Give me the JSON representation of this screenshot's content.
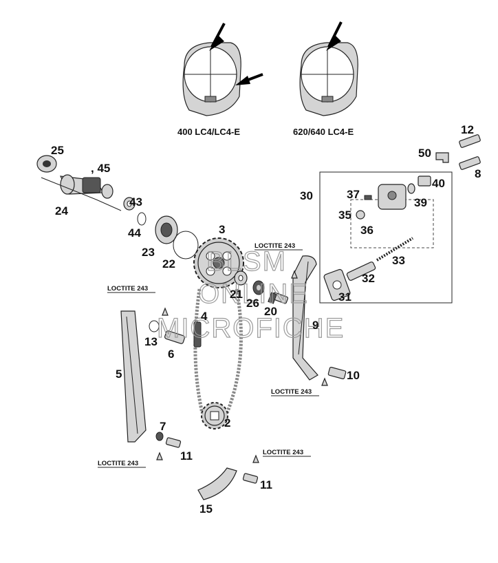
{
  "captions": {
    "left_variant": "400 LC4/LC4-E",
    "right_variant": "620/640 LC4-E"
  },
  "loctite": {
    "n1": "LOCTITE 243",
    "n2": "LOCTITE 243",
    "n3": "LOCTITE 243",
    "n4": "LOCTITE 243",
    "n5": "LOCTITE 243"
  },
  "watermark": {
    "line1": "BLSM",
    "line2": "ONLINE",
    "line3": "MICROFICHE"
  },
  "callouts": {
    "c2": "2",
    "c3": "3",
    "c4": "4",
    "c5": "5",
    "c6": "6",
    "c7": "7",
    "c8": "8",
    "c9": "9",
    "c10": "10",
    "c11a": "11",
    "c11b": "11",
    "c12": "12",
    "c13": "13",
    "c15": "15",
    "c20": "20",
    "c21": "21",
    "c22": "22",
    "c23": "23",
    "c24": "24",
    "c25": "25",
    "c26": "26",
    "c30": "30",
    "c31": "31",
    "c32": "32",
    "c33": "33",
    "c35": "35",
    "c36": "36",
    "c37": "37",
    "c39": "39",
    "c40": "40",
    "c43": "43",
    "c44": "44",
    "c45": ", 45",
    "c50": "50"
  }
}
